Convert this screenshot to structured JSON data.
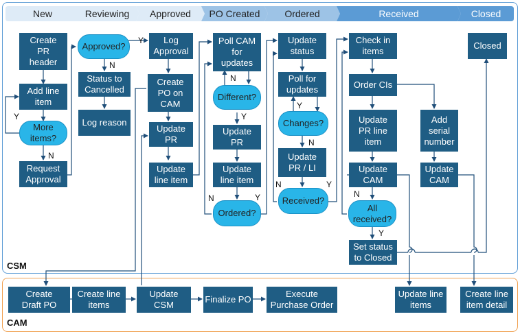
{
  "lanes": {
    "csm": "CSM",
    "cam": "CAM"
  },
  "phases": [
    "New",
    "Reviewing",
    "Approved",
    "PO Created",
    "Ordered",
    "Received",
    "Closed"
  ],
  "colors": {
    "box": "#1f5d84",
    "decision": "#29b5e8",
    "arrow": "#1f4e79",
    "csm_border": "#5b9bd5",
    "cam_border": "#f0a050",
    "phase_light": "#deebf7",
    "phase_mid": "#9dc3e6",
    "phase_dark": "#5b9bd5"
  },
  "nodes": {
    "create_pr_header": "Create\nPR\nheader",
    "add_line_item": "Add line\nitem",
    "more_items": "More\nitems?",
    "request_approval": "Request\nApproval",
    "approved_q": "Approved?",
    "status_cancelled": "Status to\nCancelled",
    "log_reason": "Log reason",
    "log_approval": "Log\nApproval",
    "create_po_cam": "Create\nPO on\nCAM",
    "update_pr_1": "Update\nPR",
    "update_line_item_1": "Update\nline item",
    "poll_cam": "Poll CAM\nfor\nupdates",
    "different_q": "Different?",
    "update_pr_2": "Update\nPR",
    "update_line_item_2": "Update\nline item",
    "ordered_q": "Ordered?",
    "update_status": "Update\nstatus",
    "poll_updates": "Poll for\nupdates",
    "changes_q": "Changes?",
    "update_pr_li": "Update\nPR / LI",
    "received_q": "Received?",
    "check_in_items": "Check in\nitems",
    "order_cis": "Order CIs",
    "update_pr_line_item": "Update\nPR line\nitem",
    "update_cam_1": "Update\nCAM",
    "all_received_q": "All\nreceived?",
    "set_status_closed": "Set status\nto Closed",
    "add_serial_number": "Add\nserial\nnumber",
    "update_cam_2": "Update\nCAM",
    "closed_box": "Closed",
    "create_draft_po": "Create\nDraft PO",
    "create_line_items": "Create line\nitems",
    "update_csm": "Update\nCSM",
    "finalize_po": "Finalize PO",
    "execute_po": "Execute\nPurchase Order",
    "update_line_items_cam": "Update line\nitems",
    "create_line_item_detail": "Create line\nitem detail"
  },
  "labels": {
    "yes": "Y",
    "no": "N"
  }
}
